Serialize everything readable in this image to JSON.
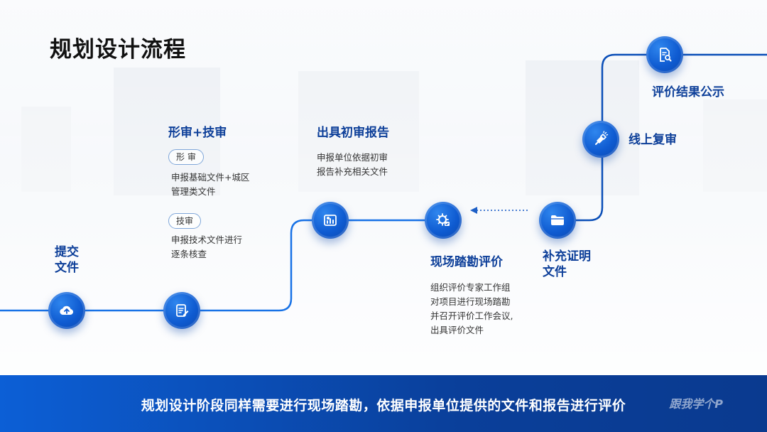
{
  "page": {
    "title": "规划设计流程"
  },
  "steps": [
    {
      "id": "submit",
      "title_lines": [
        "提交",
        "文件"
      ],
      "icon": "cloud-upload-icon"
    },
    {
      "id": "review",
      "title": "形审+技审",
      "icon": "edit-document-icon",
      "subs": [
        {
          "tag": "形 审",
          "lines": [
            "申报基础文件+城区",
            "管理类文件"
          ]
        },
        {
          "tag": "技审",
          "lines": [
            "申报技术文件进行",
            "逐条核查"
          ]
        }
      ]
    },
    {
      "id": "initial-report",
      "title": "出具初审报告",
      "icon": "chart-report-icon",
      "lines": [
        "申报单位依据初审",
        "报告补充相关文件"
      ]
    },
    {
      "id": "site-eval",
      "title": "现场踏勘评价",
      "icon": "gear-check-icon",
      "lines": [
        "组织评价专家工作组",
        "对项目进行现场踏勘",
        "并召开评价工作会议,",
        "出具评价文件"
      ]
    },
    {
      "id": "supplement",
      "title_lines": [
        "补充证明",
        "文件"
      ],
      "icon": "folder-icon"
    },
    {
      "id": "online-review",
      "title": "线上复审",
      "icon": "flashlight-icon"
    },
    {
      "id": "publish",
      "title": "评价结果公示",
      "icon": "document-search-icon"
    }
  ],
  "footer": {
    "text": "规划设计阶段同样需要进行现场踏勘，依据申报单位提供的文件和报告进行评价",
    "watermark": "跟我学个P"
  },
  "colors": {
    "accent": "#0f5bd1",
    "line": "#1665d8",
    "label": "#0d3f99",
    "footer": "#0a47ad"
  }
}
